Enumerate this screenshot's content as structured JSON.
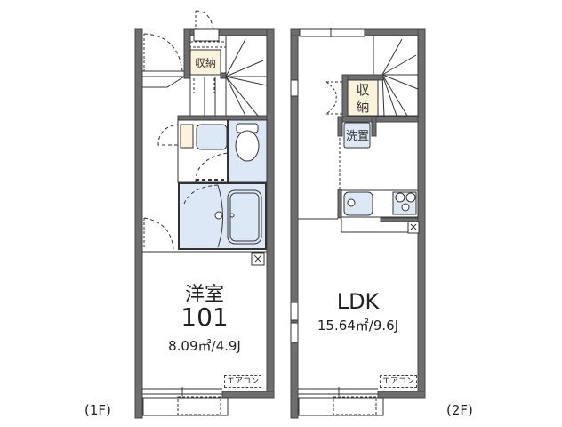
{
  "floors": [
    {
      "label": "(1F)",
      "rooms": [
        {
          "name": "洋室",
          "number": "101",
          "area": "8.09㎡/4.9J"
        }
      ],
      "storage_label": "収納",
      "aircon_label": "エアコン"
    },
    {
      "label": "(2F)",
      "rooms": [
        {
          "name": "LDK",
          "area": "15.64㎡/9.6J"
        }
      ],
      "storage_label": "収\n納",
      "storage_line1": "収",
      "storage_line2": "納",
      "laundry_label": "洗置",
      "aircon_label": "エアコン"
    }
  ],
  "colors": {
    "wall": "#6e6e6e",
    "wet_area": "#dde8f7",
    "storage": "#fbf3dc",
    "line": "#333333"
  }
}
